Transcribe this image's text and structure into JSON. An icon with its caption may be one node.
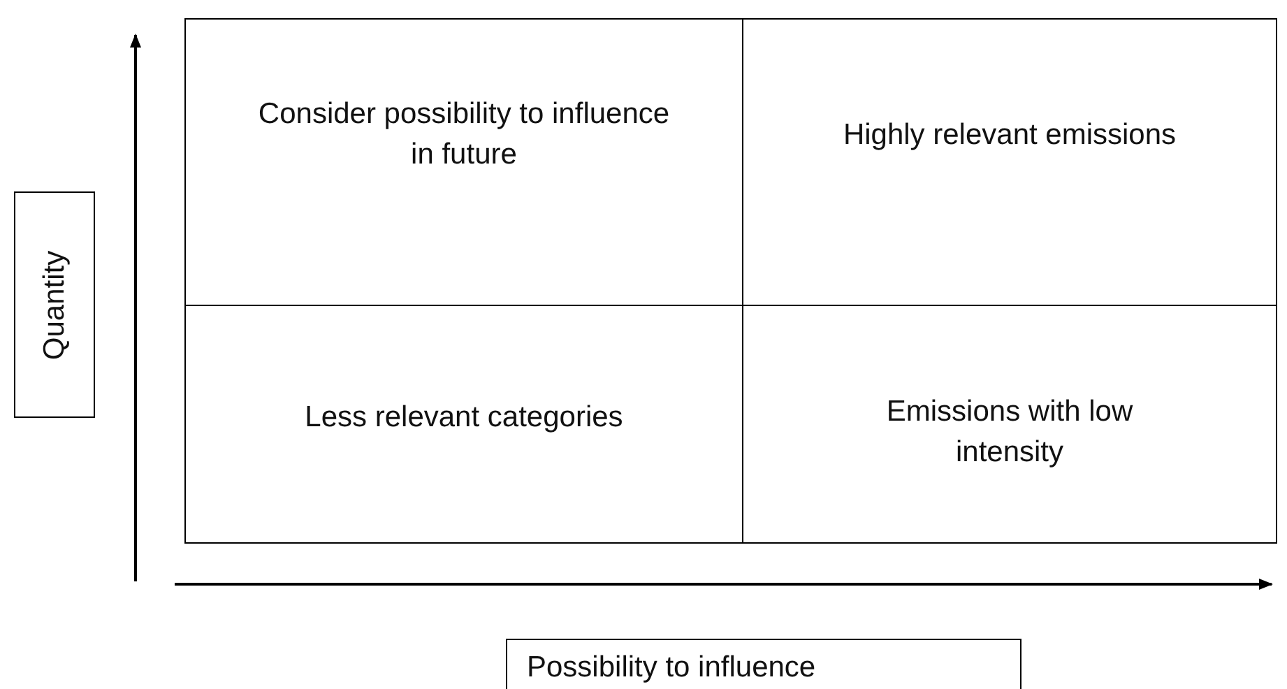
{
  "diagram": {
    "nodes": [
      {
        "text": [
          "Consider possibility to influence in future"
        ]
      },
      {
        "text": [
          "Highly relevant emissions"
        ]
      },
      {
        "text": [
          "Less relevant categories"
        ]
      },
      {
        "text": [
          "Emissions with low intensity"
        ]
      },
      {
        "text": [
          "Quantity"
        ]
      },
      {
        "text": [
          "Possibility to influence"
        ]
      }
    ]
  }
}
